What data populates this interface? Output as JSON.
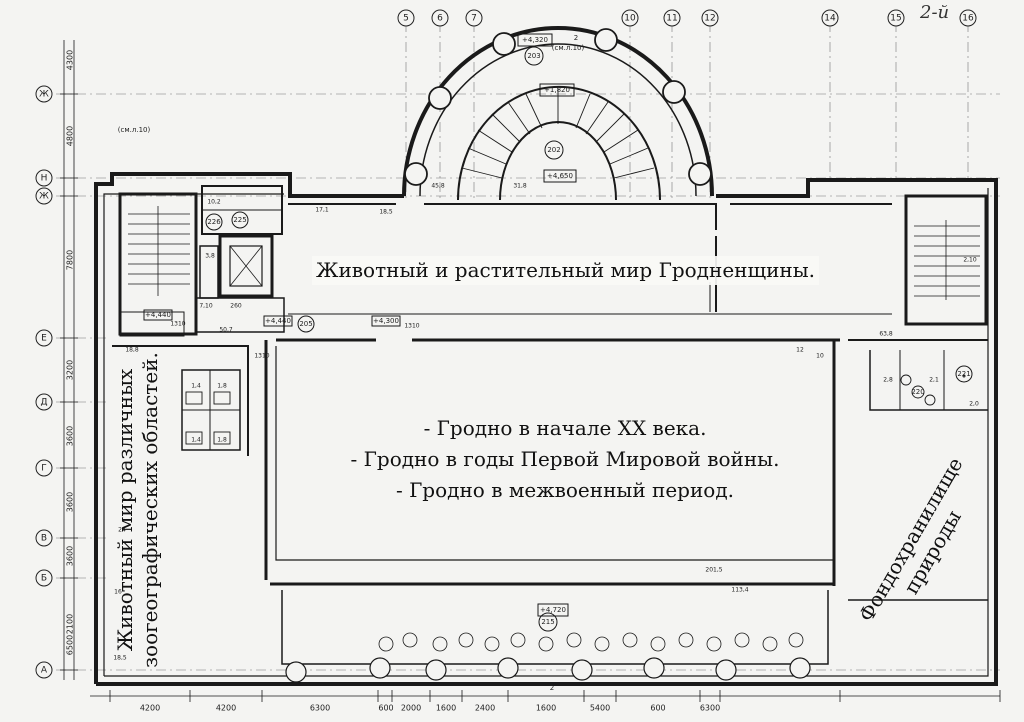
{
  "header": {
    "sheet_note": "2-й"
  },
  "axes_top": [
    "5",
    "6",
    "7",
    "10",
    "11",
    "12",
    "14",
    "15",
    "16"
  ],
  "axes_left": [
    "Ж",
    "Н",
    "Ж",
    "Е",
    "Д",
    "Г",
    "В",
    "Б",
    "А"
  ],
  "dims_left": [
    "4300",
    "4800",
    "7800",
    "3200",
    "3600",
    "3600",
    "3600",
    "2100",
    "6500"
  ],
  "dims_bottom": [
    "4200",
    "4200",
    "6300",
    "600",
    "2000",
    "1600",
    "2400",
    "1600",
    "5400",
    "600",
    "6300"
  ],
  "dim_notes": [
    "(см.л.10)",
    "(см.л.10)",
    "2",
    "2"
  ],
  "levels": [
    "+4,320",
    "+1,820",
    "+4,650",
    "+4,440",
    "+4,440",
    "+4,300",
    "+4,720"
  ],
  "room_numbers": [
    "203",
    "202",
    "226",
    "225",
    "205",
    "221",
    "220",
    "215"
  ],
  "small_marks": [
    "45,8",
    "31,8",
    "17,1",
    "18,5",
    "10,2",
    "3,8",
    "7,10",
    "260",
    "50,7",
    "18,8",
    "1,4",
    "1,8",
    "1,4",
    "1,8",
    "2,8",
    "2,1",
    "2,0",
    "63,8",
    "12",
    "10",
    "201,5",
    "113,4",
    "18,5",
    "16",
    "24",
    "1310",
    "1310",
    "1310",
    "2,10"
  ],
  "rooms": {
    "fauna": "Животный и растительный мир Гродненщины.",
    "periods": [
      "- Гродно в начале XX века.",
      "- Гродно в годы Первой Мировой войны.",
      "- Гродно в межвоенный период."
    ],
    "zoo": [
      "Животный мир различных",
      "зоогеографических областей."
    ],
    "fond": [
      "Фондохранилище",
      "природы"
    ]
  }
}
